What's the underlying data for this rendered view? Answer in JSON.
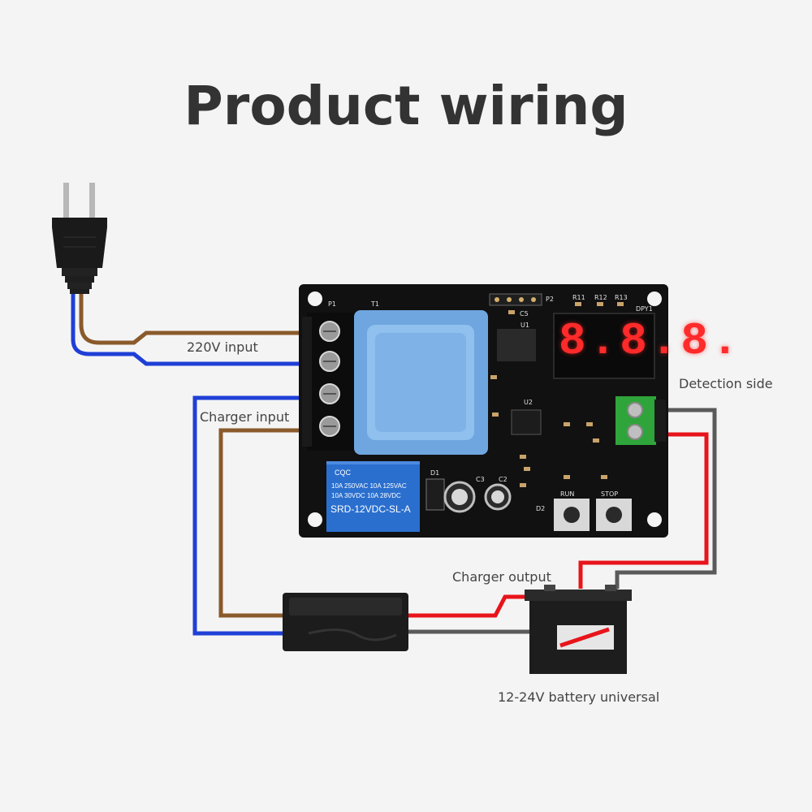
{
  "title": "Product wiring",
  "labels": {
    "input_220v": "220V input",
    "charger_input": "Charger input",
    "detection_side": "Detection side",
    "charger_output": "Charger output",
    "battery": "12-24V battery universal"
  },
  "board": {
    "display": "8.8.8.",
    "silkscreen": {
      "p1": "P1",
      "t1": "T1",
      "p2": "P2",
      "dpy1": "DPY1",
      "u1": "U1",
      "u2": "U2",
      "d1": "D1",
      "d2": "D2",
      "c2": "C2",
      "c3": "C3",
      "c5": "C5",
      "r11": "R11",
      "r12": "R12",
      "r13": "R13",
      "start": "RUN",
      "stop": "STOP"
    },
    "relay": {
      "line1": "10A 250VAC  10A 125VAC",
      "line2": "10A 30VDC   10A 28VDC",
      "model": "SRD-12VDC-SL-A",
      "mark": "CQC"
    }
  },
  "colors": {
    "brown_wire": "#8a5a2b",
    "blue_wire": "#1f3fd6",
    "red_wire": "#e8141b",
    "gray_wire": "#5a5a5a",
    "pcb": "#111111",
    "transformer": "#7fb2e6",
    "relay": "#2a6fce",
    "terminal_green": "#2fa43a"
  }
}
